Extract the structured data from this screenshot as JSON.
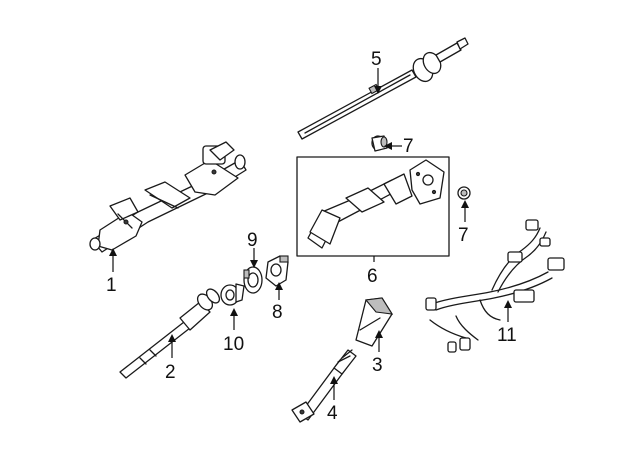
{
  "callouts": {
    "c1": "1",
    "c2": "2",
    "c3": "3",
    "c4": "4",
    "c5": "5",
    "c6": "6",
    "c7a": "7",
    "c7b": "7",
    "c8": "8",
    "c9": "9",
    "c10": "10",
    "c11": "11"
  }
}
